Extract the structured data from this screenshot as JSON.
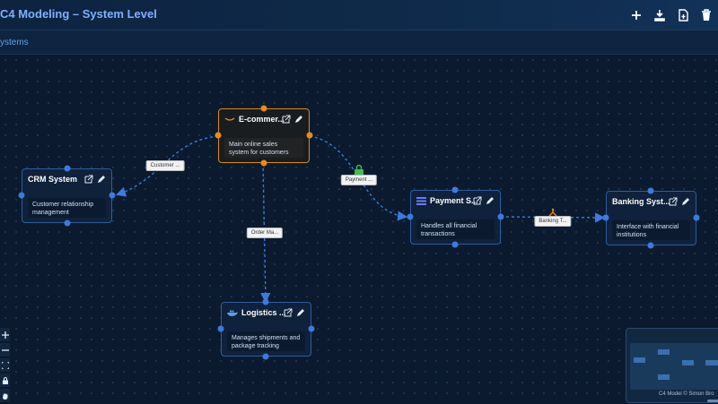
{
  "header": {
    "title": "C4 Modeling – System Level",
    "actions": [
      "add",
      "download",
      "export",
      "delete"
    ]
  },
  "breadcrumb": {
    "label": "ystems"
  },
  "nodes": {
    "crm": {
      "title": "CRM System",
      "desc": "Customer relationship management"
    },
    "ecommerce": {
      "title": "E-commer...",
      "desc": "Main online sales system for customers"
    },
    "payment": {
      "title": "Payment S...",
      "desc": "Handles all financial transactions"
    },
    "banking": {
      "title": "Banking Syst...",
      "desc": "Interface with financial institutions"
    },
    "logistics": {
      "title": "Logistics ...",
      "desc": "Manages shipments and package tracking"
    }
  },
  "edges": {
    "customer": "Customer ...",
    "payment": "Payment ...",
    "order": "Order Ma...",
    "banking": "Banking T..."
  },
  "minimap": {
    "credit": "C4 Model © Simon Bro"
  },
  "colors": {
    "accent": "#3a7be0",
    "selected": "#e88a15",
    "background": "#0b1a2e",
    "title": "#7fb0ff"
  }
}
